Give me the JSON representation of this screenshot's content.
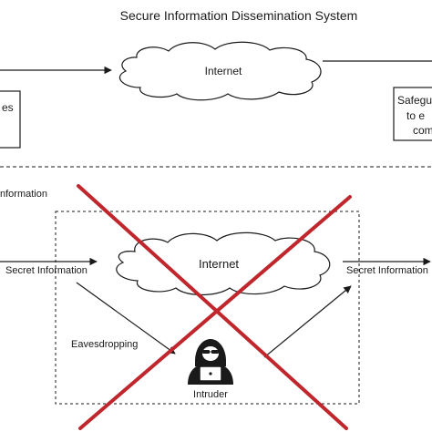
{
  "title": "Secure Information Dissemination System",
  "top_section": {
    "cloud_label": "Internet",
    "left_box_text": "es",
    "right_box_lines": [
      "Safegu",
      "to e",
      "com"
    ]
  },
  "bottom_section": {
    "section_label": "nformation",
    "cloud_label": "Internet",
    "left_arrow_label": "Secret Information",
    "right_arrow_label": "Secret Information",
    "eavesdropping_label": "Eavesdropping",
    "intruder_label": "Intruder"
  },
  "colors": {
    "line": "#1a1a1a",
    "cross": "#c0272d"
  },
  "icons": [
    "cloud-icon",
    "hacker-icon",
    "laptop-icon"
  ]
}
